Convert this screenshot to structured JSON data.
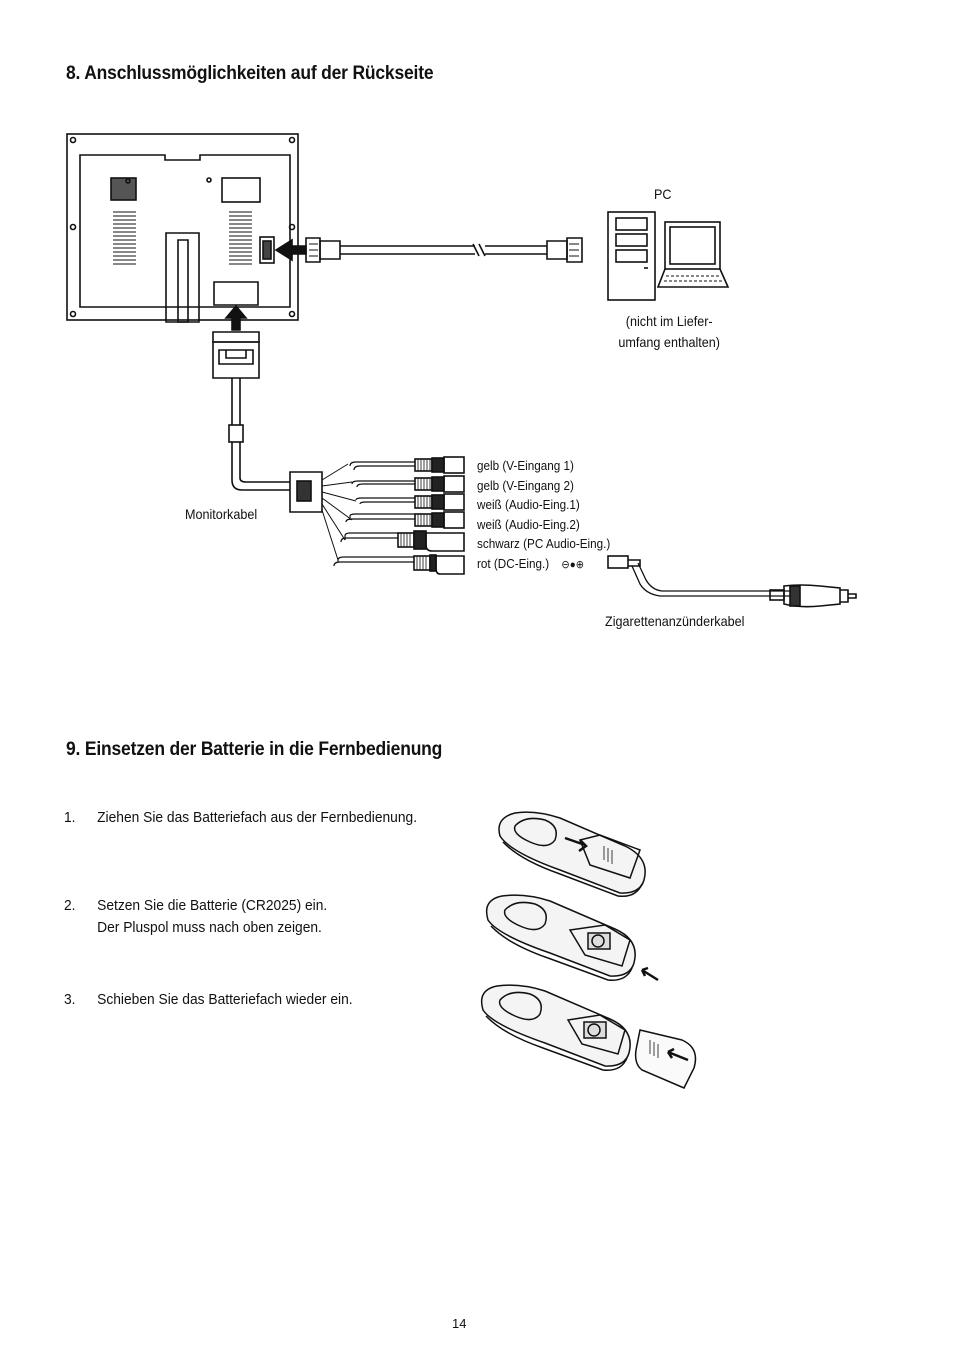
{
  "section8": {
    "heading": "8.  Anschlussmöglichkeiten auf der Rückseite",
    "pc_label": "PC",
    "pc_note_line1": "(nicht im Liefer-",
    "pc_note_line2": "umfang enthalten)",
    "monitor_cable_label": "Monitorkabel",
    "connectors": [
      "gelb (V-Eingang 1)",
      "gelb (V-Eingang 2)",
      "weiß (Audio-Eing.1)",
      "weiß (Audio-Eing.2)",
      "schwarz (PC Audio-Eing.)",
      "rot (DC-Eing.)"
    ],
    "polarity_symbol": "⊖●⊕",
    "cigarette_cable_label": "Zigarettenanzünderkabel"
  },
  "section9": {
    "heading": "9.  Einsetzen der Batterie in die Fernbedienung",
    "steps": [
      {
        "number": "1.",
        "lines": [
          "Ziehen Sie das Batteriefach aus der Fernbedienung."
        ]
      },
      {
        "number": "2.",
        "lines": [
          "Setzen Sie die Batterie (CR2025) ein.",
          "Der Pluspol muss nach oben zeigen."
        ]
      },
      {
        "number": "3.",
        "lines": [
          "Schieben Sie das Batteriefach wieder ein."
        ]
      }
    ]
  },
  "footer": {
    "page_number": "14"
  },
  "icons": [
    "monitor-back-icon",
    "vga-plug-icon",
    "pc-tower-icon",
    "laptop-icon",
    "rca-plug-icon",
    "cigarette-lighter-plug-icon",
    "remote-control-icon"
  ]
}
